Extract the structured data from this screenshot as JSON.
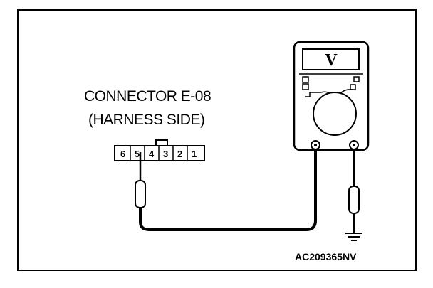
{
  "connector": {
    "line1": "CONNECTOR E-08",
    "line2": "(HARNESS SIDE)",
    "pins": [
      "6",
      "5",
      "4",
      "3",
      "2",
      "1"
    ],
    "probed_pin": "5"
  },
  "meter": {
    "display_symbol": "V"
  },
  "figure_code": "AC209365NV"
}
